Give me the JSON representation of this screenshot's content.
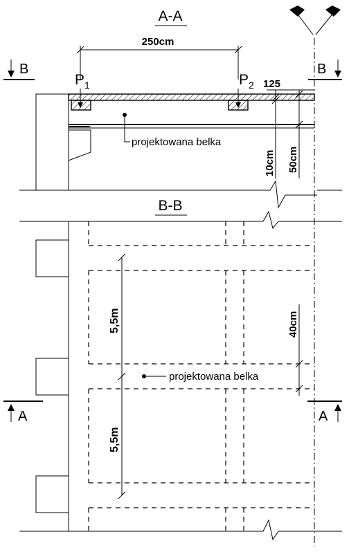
{
  "section_aa": {
    "title": "A-A",
    "dim_span": "250cm",
    "load_left": "P",
    "load_left_sub": "1",
    "load_right": "P",
    "load_right_sub": "2",
    "dim_125": "125",
    "beam_label": "projektowana belka",
    "dim_10": "10cm",
    "dim_50": "50cm"
  },
  "section_markers": {
    "b_left": "B",
    "b_right": "B",
    "a_left": "A",
    "a_right": "A"
  },
  "section_bb": {
    "title": "B-B",
    "dim_upper": "5,5m",
    "dim_lower": "5,5m",
    "dim_40": "40cm",
    "beam_label": "projektowana belka"
  }
}
